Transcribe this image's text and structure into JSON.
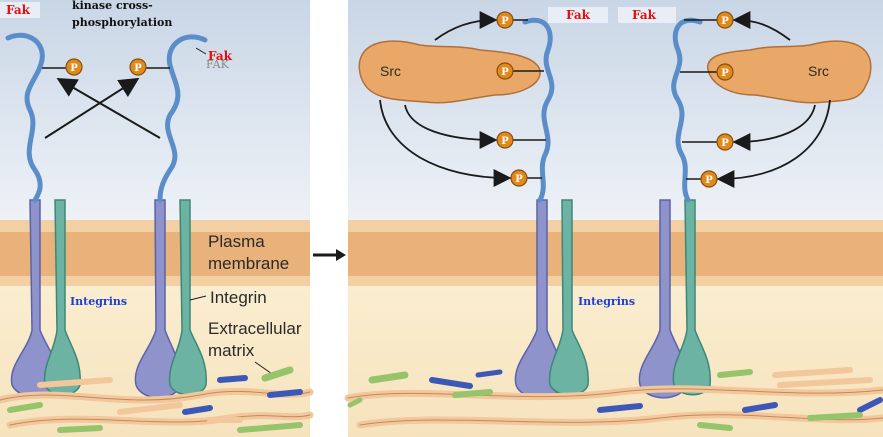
{
  "left_panel": {
    "fak_label_top": "Fak",
    "title_line1": "kinase cross-",
    "title_line2": "phosphorylation",
    "fak_label_right": "Fak",
    "fak_label_right_ghost": "FAK",
    "phospho_symbol": "P",
    "plasma_line1": "Plasma",
    "plasma_line2": "membrane",
    "integrins_label": "Integrins",
    "integrin_callout": "Integrin",
    "ecm_line1": "Extracellular",
    "ecm_line2": "matrix"
  },
  "right_panel": {
    "fak_label_left": "Fak",
    "fak_label_right": "Fak",
    "src_left": "Src",
    "src_right": "Src",
    "phospho_symbol": "P",
    "integrins_label": "Integrins"
  },
  "colors": {
    "fak_label": "#e01010",
    "integrins_label": "#1f3fd0",
    "fak_chain": "#5b8ec9",
    "phospho": "#e08a1c",
    "src": "#eaa868",
    "membrane": "#e8b27a",
    "integrin_blue": "#8e93cc",
    "integrin_teal": "#6cb3a4"
  }
}
